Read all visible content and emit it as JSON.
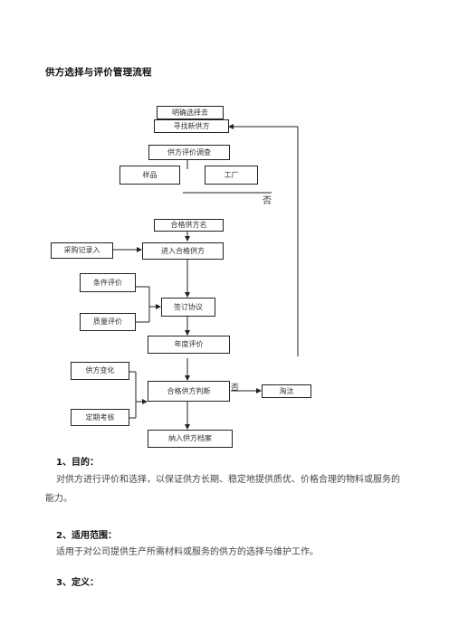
{
  "title": "供方选择与评价管理流程",
  "flow": {
    "source_supplier": "明确选择去",
    "find_new_supplier": "寻找新供方",
    "supplier_survey": "供方评价调查",
    "sample": "样品",
    "factory": "工厂",
    "no_label_1": "否",
    "qualified_supplier": "合格供方名",
    "enter_qualified": "进入合格供方",
    "purchase_record": "采购记录入",
    "conditions_review": "条件评价",
    "sign_contract": "签订协议",
    "quality_assess": "质量评价",
    "annual_review": "年度评价",
    "supplier_change": "供方变化",
    "qualified_judge": "合格供方判断",
    "no_label_2": "否",
    "eliminate": "淘汰",
    "regular_review": "定期考核",
    "enter_list": "纳入供方档案"
  },
  "sections": [
    {
      "heading": "1、目的：",
      "body": "对供方进行评价和选择，以保证供方长期、稳定地提供质优、价格合理的物料或服务的能力。"
    },
    {
      "heading": "2、适用范围：",
      "body": "适用于对公司提供生产所需材料或服务的供方的选择与维护工作。"
    },
    {
      "heading": "3、定义：",
      "body": ""
    }
  ]
}
